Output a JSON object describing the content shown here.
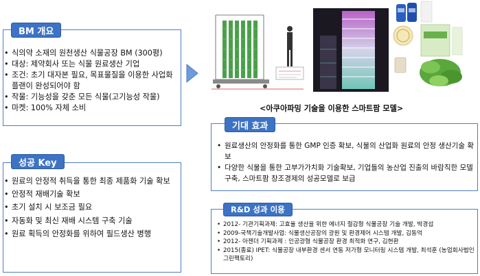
{
  "bm": {
    "title": "BM 개요",
    "items": [
      "식의약 소재의 원천생산 식물공장 BM (300평)",
      "대상: 제약회사 또는 식물 원료생산 기업",
      "조건: 초기 대자본 필요, 목표물질을 이용한 사업화 플랜이 완성되어야 함",
      "작물: 기능성을 갖춘 모든 식물(고기능성 작물)",
      "마켓: 100% 자체 소비"
    ]
  },
  "key": {
    "title": "성공 Key",
    "items": [
      "원료의 안정적 취득을 통한 최종 제품화 기술 확보",
      "안정적 재배기술 확보",
      "초기 설치 시 보조금 필요",
      "자동화 및 최신 재배 시스템 구축 기술",
      "원료 획득의 안정화를 위하여 필드생산 병행"
    ]
  },
  "caption": "<아쿠아파밍 기술을 이용한 스마트팜 모델>",
  "effect": {
    "title": "기대 효과",
    "items": [
      "원료생산의 안정화를 통한 GMP 인증 확보, 식물의 산업화 원료의 안정 생산기술 확보",
      "다양한 식물을 통한 고부가가치화 기술확보, 기업들의 농산업 진출의 바람직한 모델 구축, 스마트팜 창조경제의 성공모델로 보급"
    ]
  },
  "rnd": {
    "title": "R&D 성과 이용",
    "items": [
      "2012- 기관기획과제: 고효율 생산을 위한 에너지 절감형 식물공장 기술 개발, 박경섭",
      "2009-국책기술개발사업: 식물생산공장의 광원 및 환경제어 시스템 개발, 김동억",
      "2012- 아젠더 기획과제 : 인공광형 식물공장 환경 최적화 연구, 김현환",
      "2015(종료) IPET: 식물공장 내부환경 센서 연동 저가형 모니터링 시스템 개발, 최석훈 (농업회사법인 그린팩토리)"
    ]
  },
  "icons": {
    "arrow": "right-arrow-icon"
  },
  "colors": {
    "accent": "#3d73c4",
    "border": "#4f7cc0"
  }
}
